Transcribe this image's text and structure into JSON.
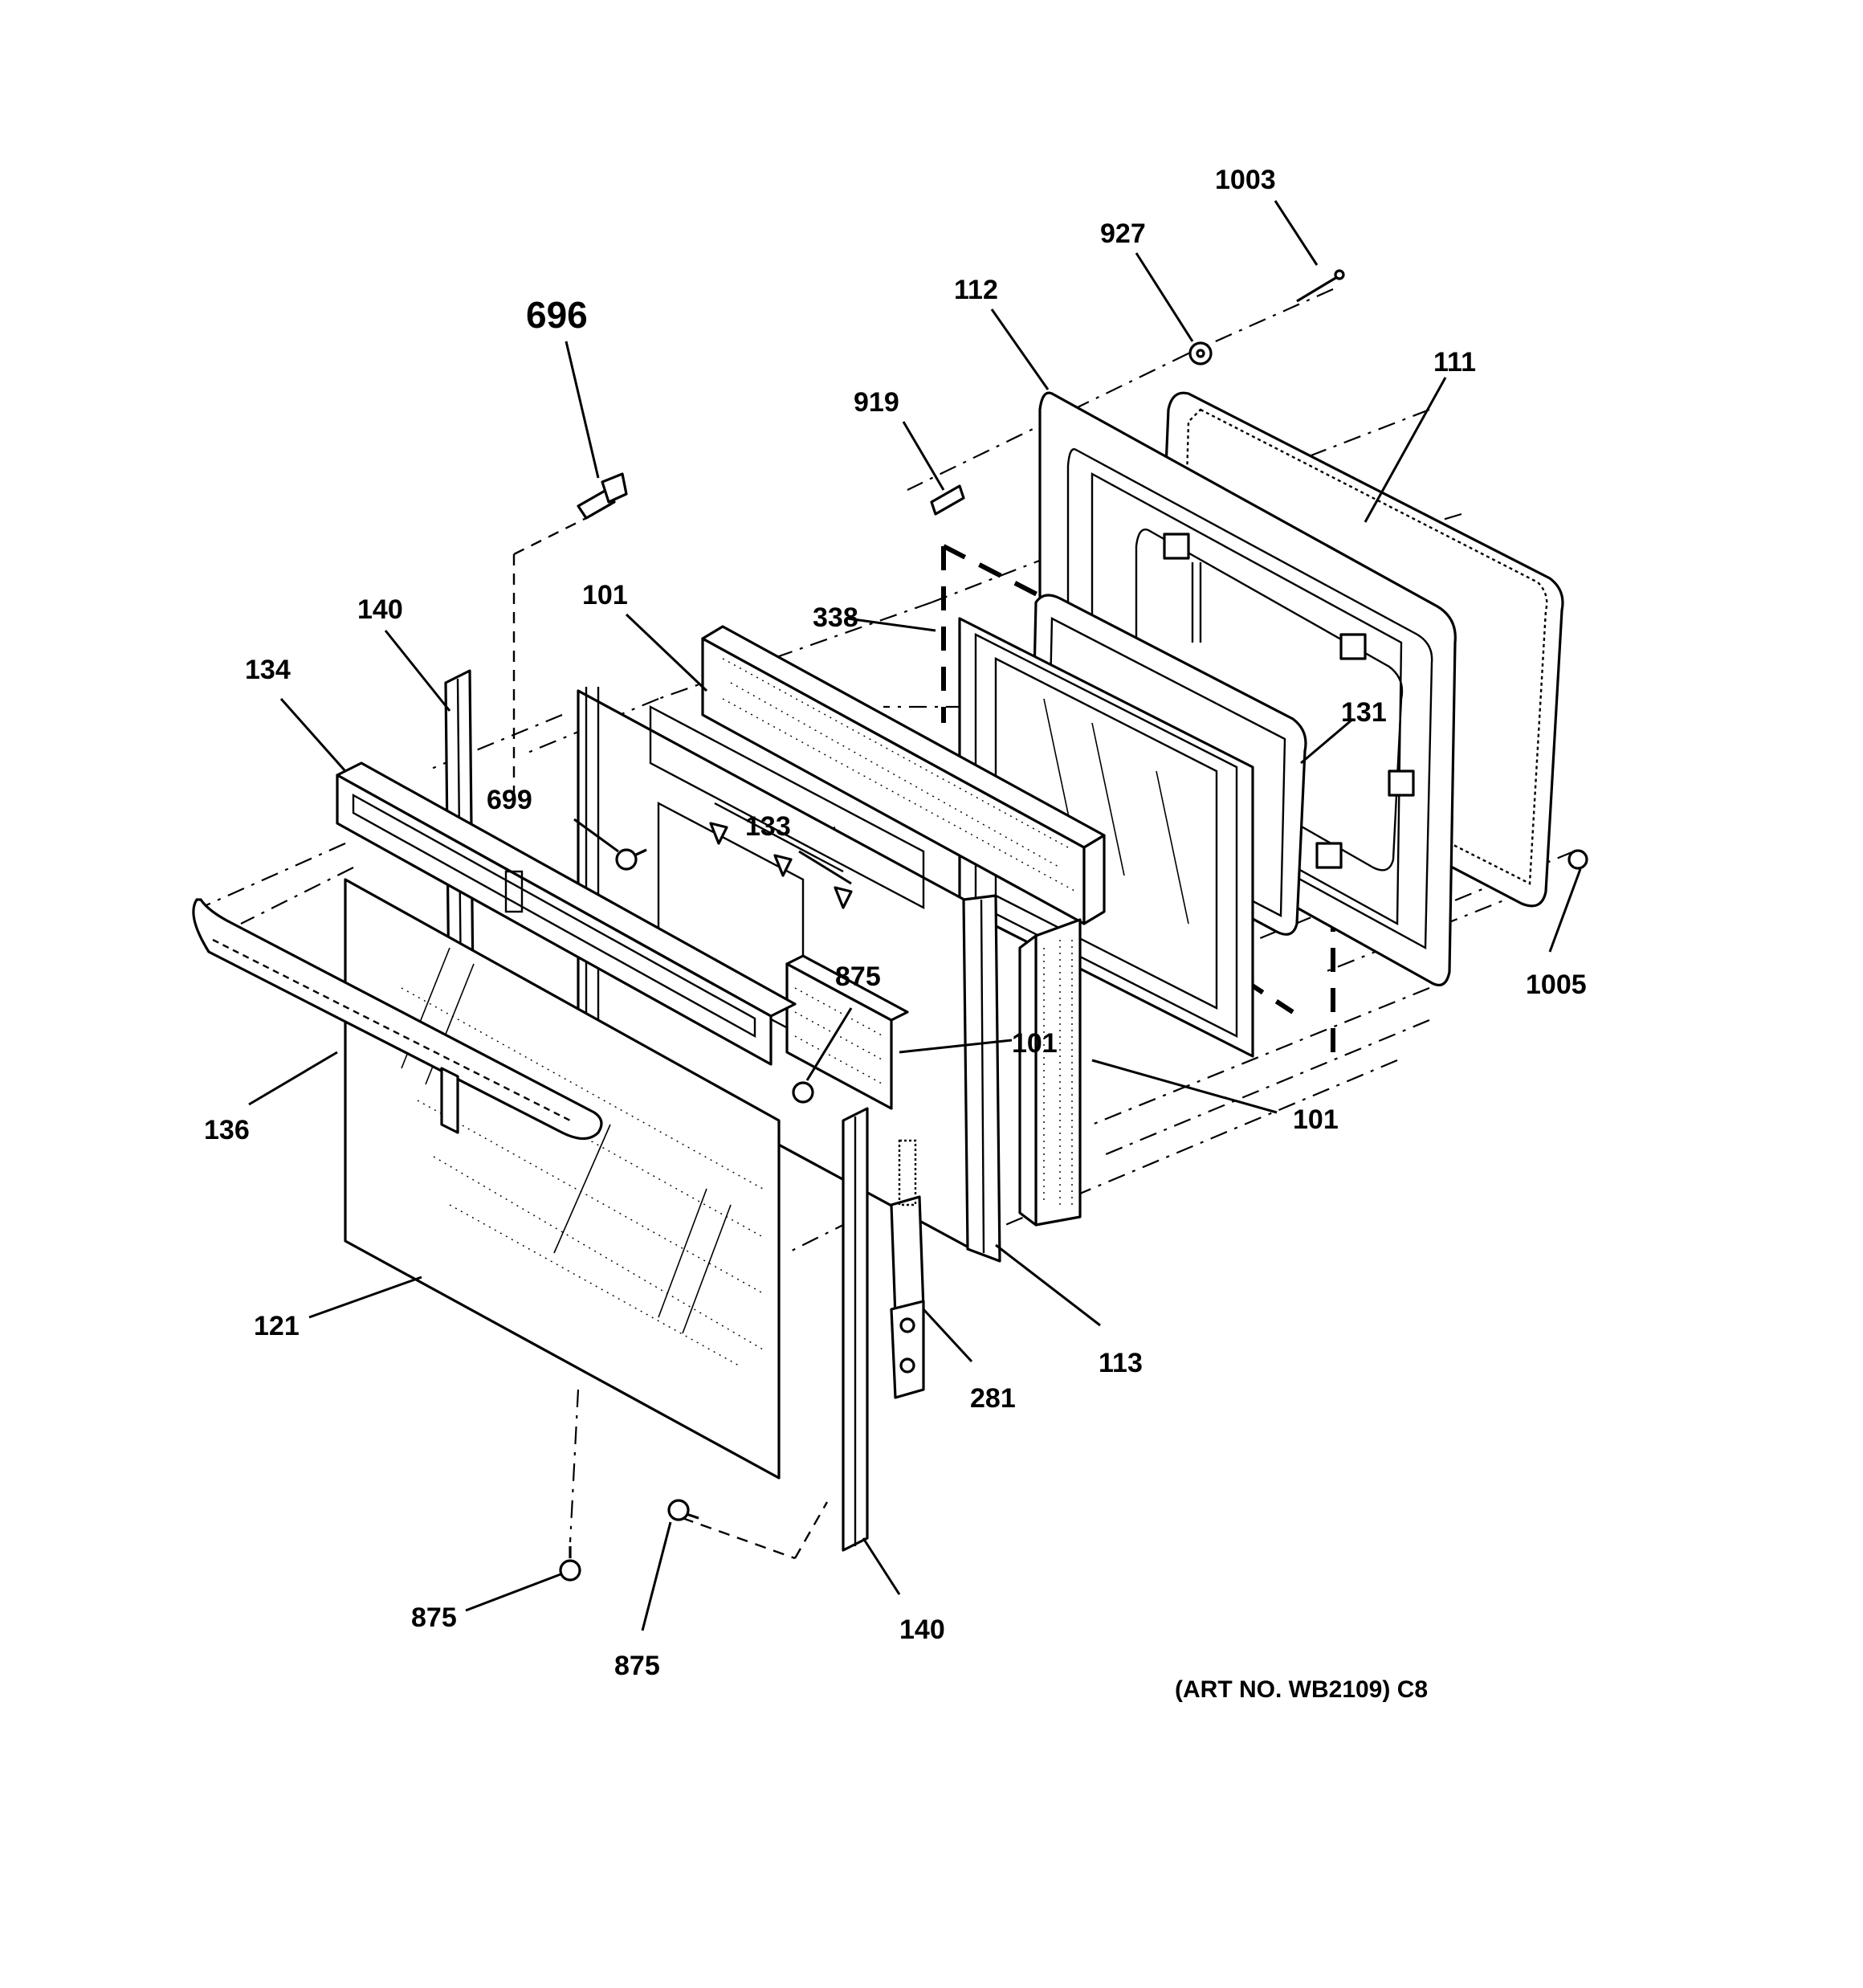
{
  "diagram": {
    "callouts": [
      {
        "id": "c1003",
        "text": "1003"
      },
      {
        "id": "c927",
        "text": "927"
      },
      {
        "id": "c112",
        "text": "112"
      },
      {
        "id": "c111",
        "text": "111"
      },
      {
        "id": "c696",
        "text": "696"
      },
      {
        "id": "c919",
        "text": "919"
      },
      {
        "id": "c140a",
        "text": "140"
      },
      {
        "id": "c101a",
        "text": "101"
      },
      {
        "id": "c338",
        "text": "338"
      },
      {
        "id": "c134",
        "text": "134"
      },
      {
        "id": "c131",
        "text": "131"
      },
      {
        "id": "c699",
        "text": "699"
      },
      {
        "id": "c133",
        "text": "133"
      },
      {
        "id": "c1005",
        "text": "1005"
      },
      {
        "id": "c875a",
        "text": "875"
      },
      {
        "id": "c101b",
        "text": "101"
      },
      {
        "id": "c136",
        "text": "136"
      },
      {
        "id": "c101c",
        "text": "101"
      },
      {
        "id": "c121",
        "text": "121"
      },
      {
        "id": "c113",
        "text": "113"
      },
      {
        "id": "c281",
        "text": "281"
      },
      {
        "id": "c875b",
        "text": "875"
      },
      {
        "id": "c140b",
        "text": "140"
      },
      {
        "id": "c875c",
        "text": "875"
      }
    ],
    "art_number": "(ART NO. WB2109) C8"
  }
}
